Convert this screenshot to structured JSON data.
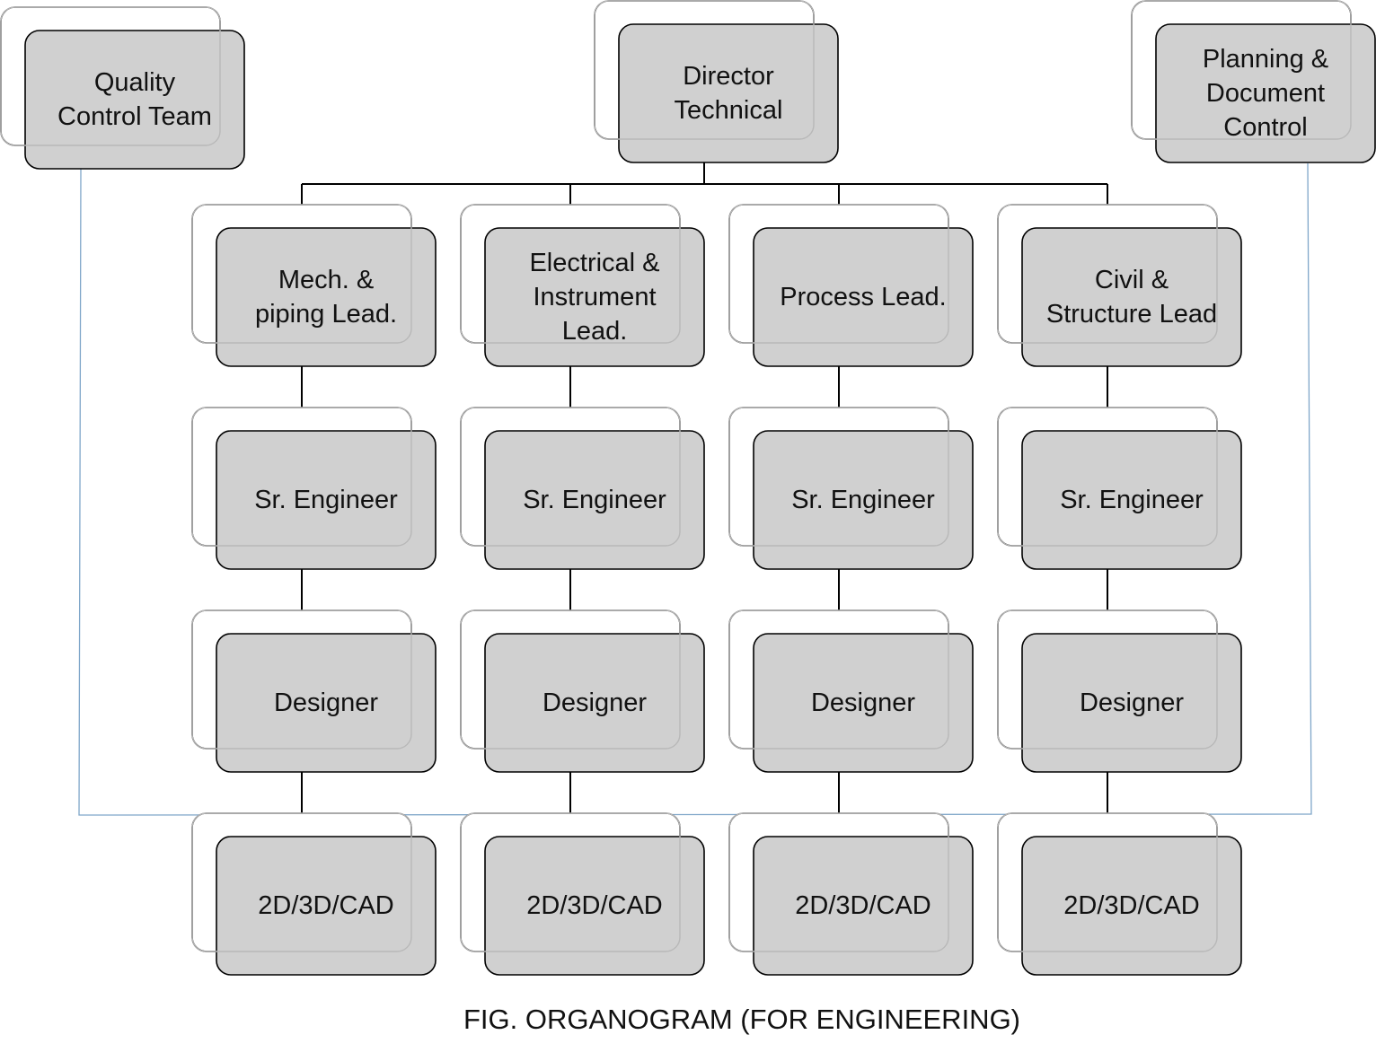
{
  "caption": "FIG. ORGANOGRAM (FOR ENGINEERING)",
  "colors": {
    "box_fill": "#d0d0d0",
    "box_stroke": "#000000",
    "back_fill": "#ffffff",
    "link": "#000000",
    "qc_link": "#7fa6c9"
  },
  "nodes": {
    "quality_control": {
      "lines": [
        "Quality",
        "Control Team"
      ]
    },
    "director": {
      "lines": [
        "Director",
        "Technical"
      ]
    },
    "planning": {
      "lines": [
        "Planning &",
        "Document",
        "Control"
      ]
    }
  },
  "disciplines": [
    {
      "id": "mech",
      "lead": [
        "Mech. &",
        "piping Lead."
      ],
      "senior": "Sr. Engineer",
      "designer": "Designer",
      "cad": "2D/3D/CAD"
    },
    {
      "id": "elec",
      "lead": [
        "Electrical &",
        "Instrument",
        "Lead."
      ],
      "senior": "Sr. Engineer",
      "designer": "Designer",
      "cad": "2D/3D/CAD"
    },
    {
      "id": "process",
      "lead": [
        "Process Lead."
      ],
      "senior": "Sr. Engineer",
      "designer": "Designer",
      "cad": "2D/3D/CAD"
    },
    {
      "id": "civil",
      "lead": [
        "Civil &",
        "Structure Lead"
      ],
      "senior": "Sr. Engineer",
      "designer": "Designer",
      "cad": "2D/3D/CAD"
    }
  ]
}
